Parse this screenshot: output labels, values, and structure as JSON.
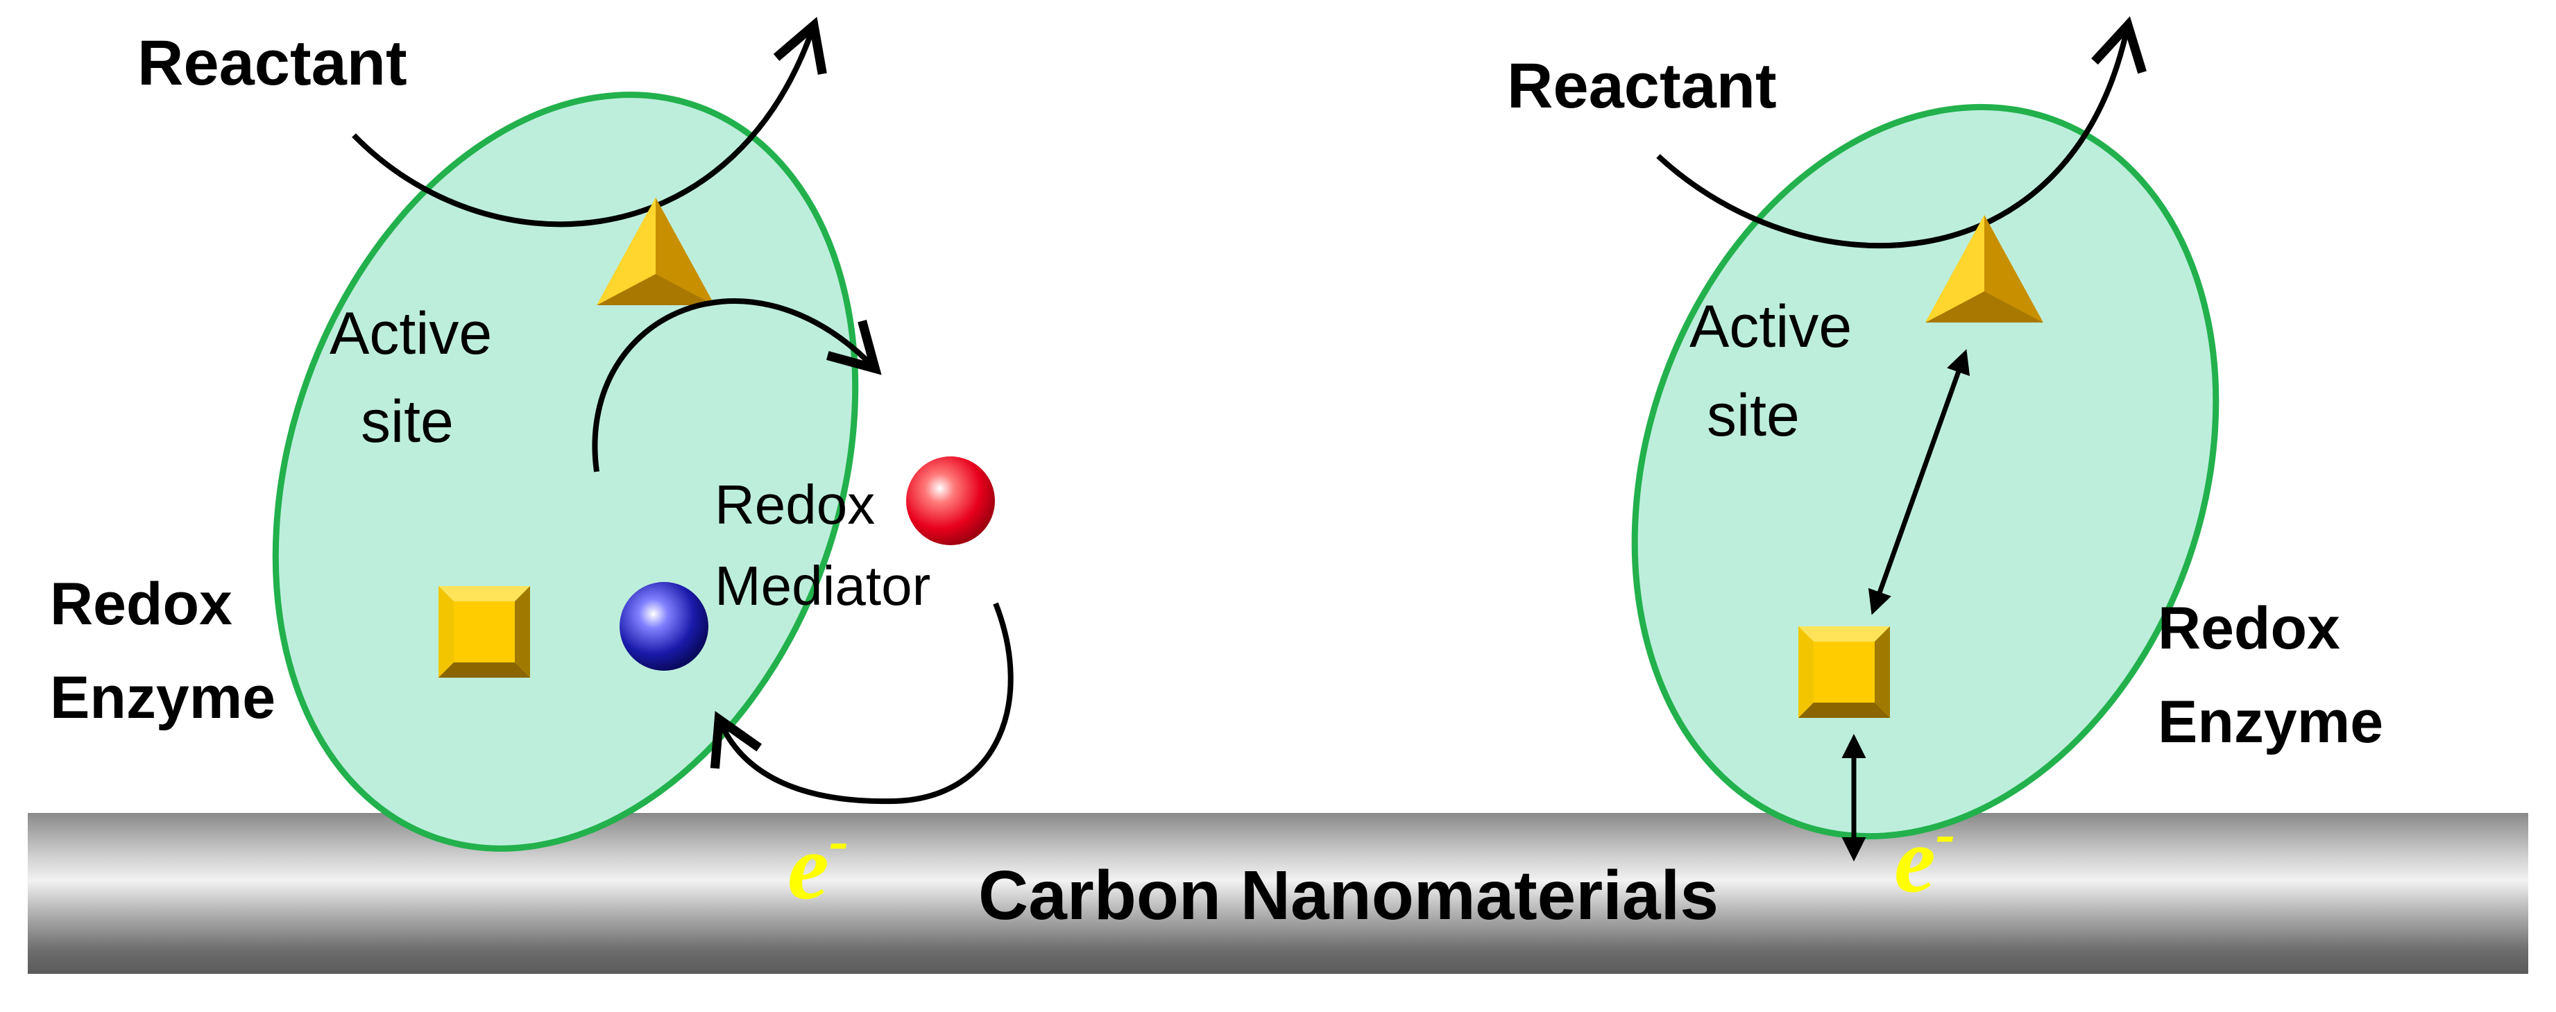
{
  "left_panel": {
    "reactant_label": "Reactant",
    "active_site_line1": "Active",
    "active_site_line2": "site",
    "enzyme_line1": "Redox",
    "enzyme_line2": "Enzyme",
    "mediator_line1": "Redox",
    "mediator_line2": "Mediator",
    "electron_base": "e",
    "electron_sup": "-"
  },
  "right_panel": {
    "reactant_label": "Reactant",
    "active_site_line1": "Active",
    "active_site_line2": "site",
    "enzyme_line1": "Redox",
    "enzyme_line2": "Enzyme",
    "electron_base": "e",
    "electron_sup": "-"
  },
  "substrate_label": "Carbon Nanomaterials",
  "colors": {
    "enzyme_fill": "#BDEEDC",
    "enzyme_stroke": "#22B14C",
    "electron": "#FFFF00",
    "active_site_gold": "#E8B400",
    "mediator_oxidized": "#E8001C",
    "mediator_reduced": "#1A1AAA"
  },
  "icons": [
    "triangle-active-site-icon",
    "square-cofactor-icon",
    "sphere-mediator-icon"
  ]
}
